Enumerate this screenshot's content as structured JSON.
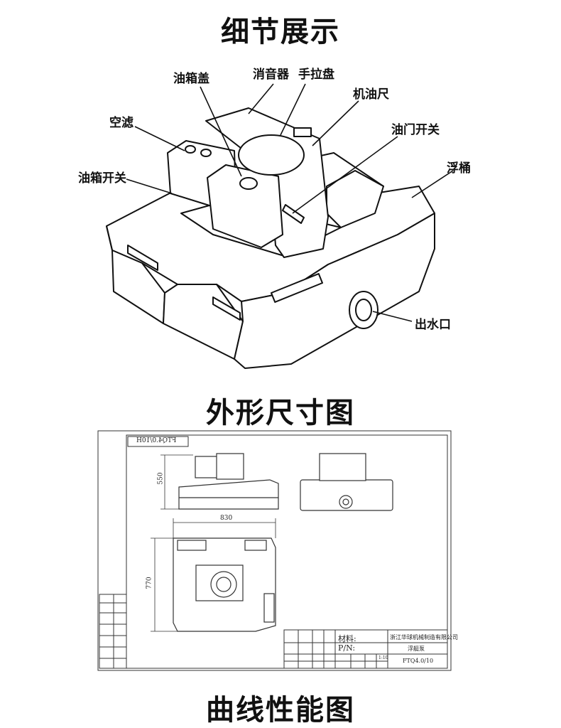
{
  "sections": {
    "detail_title": "细节展示",
    "dimension_title": "外形尺寸图",
    "curve_title": "曲线性能图"
  },
  "callouts": {
    "tank_cap": "油箱盖",
    "muffler": "消音器",
    "pull_starter": "手拉盘",
    "dipstick": "机油尺",
    "air_filter": "空滤",
    "throttle_switch": "油门开关",
    "float_tank": "浮桶",
    "fuel_switch": "油箱开关",
    "outlet": "出水口"
  },
  "drawing": {
    "mirror_code": "FTQ4.0/10H",
    "dim_height": "550",
    "dim_width": "830",
    "dim_depth": "770",
    "material_label": "材料:",
    "pn_label": "P/N:",
    "company": "浙江华球机械制造有限公司",
    "product_name": "浮艇泵",
    "model": "FTQ4.0/10",
    "scale": "1:10"
  }
}
